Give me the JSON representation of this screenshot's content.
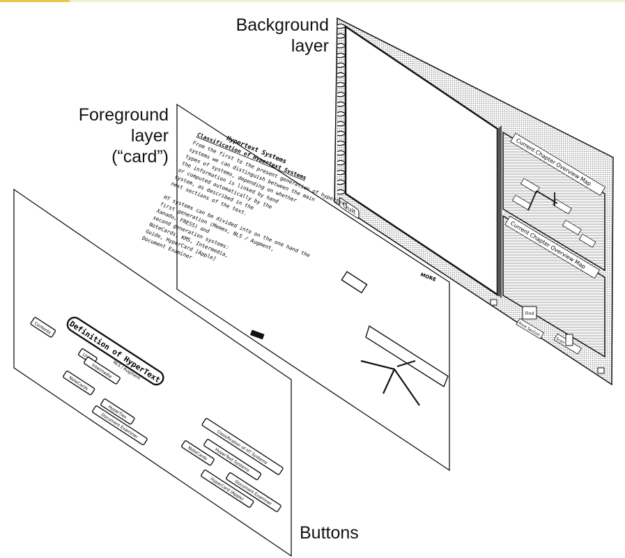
{
  "colors": {
    "top_strip": "#f2efd2",
    "top_strip_accent": "#e4c94a",
    "stipple": "#b5b5b5",
    "ink": "#111111"
  },
  "captions": {
    "background_layer": "Background\nlayer",
    "foreground_layer": "Foreground\nlayer\n(“card”)",
    "buttons": "Buttons"
  },
  "background_layer": {
    "quit_button": "Quit",
    "nav_labels": [
      "Find",
      "Print Section",
      "Scan"
    ],
    "map_titles": [
      "Current Chapter Overview Map",
      "Current Chapter Overview Map"
    ]
  },
  "card": {
    "title": "Hypertext Systems",
    "subtitle": "Classification of Hypertext Systems",
    "body_lines": [
      "From the first to the present generation of hypertext",
      "systems we can distinguish between the main",
      "types of systems, depending on whether",
      "the information is linked by hand",
      "or computed automatically by the",
      "system, as described in the",
      "next sections of the text.",
      "",
      "HT systems can be divided into on the one hand the",
      "first generation (Memex, NLS / Augment,",
      "Xanadu, FRESS) and",
      "second generation systems:",
      "NoteCards, KMS, Intermedia,",
      "Guide, HyperCard [Apple]",
      "Document Examiner"
    ],
    "more_label": "MORE"
  },
  "buttons_layer": {
    "buttons": [
      "Contents",
      "Definition of HyperText",
      "Links",
      "NLS / Augment",
      "Intermedia",
      "NoteCards",
      "HyperTies",
      "Document Examiner",
      "Classification of HT Systems",
      "HyperText Systems",
      "NoteCards",
      "Document Examiner",
      "HyperCard (Apple)"
    ]
  }
}
